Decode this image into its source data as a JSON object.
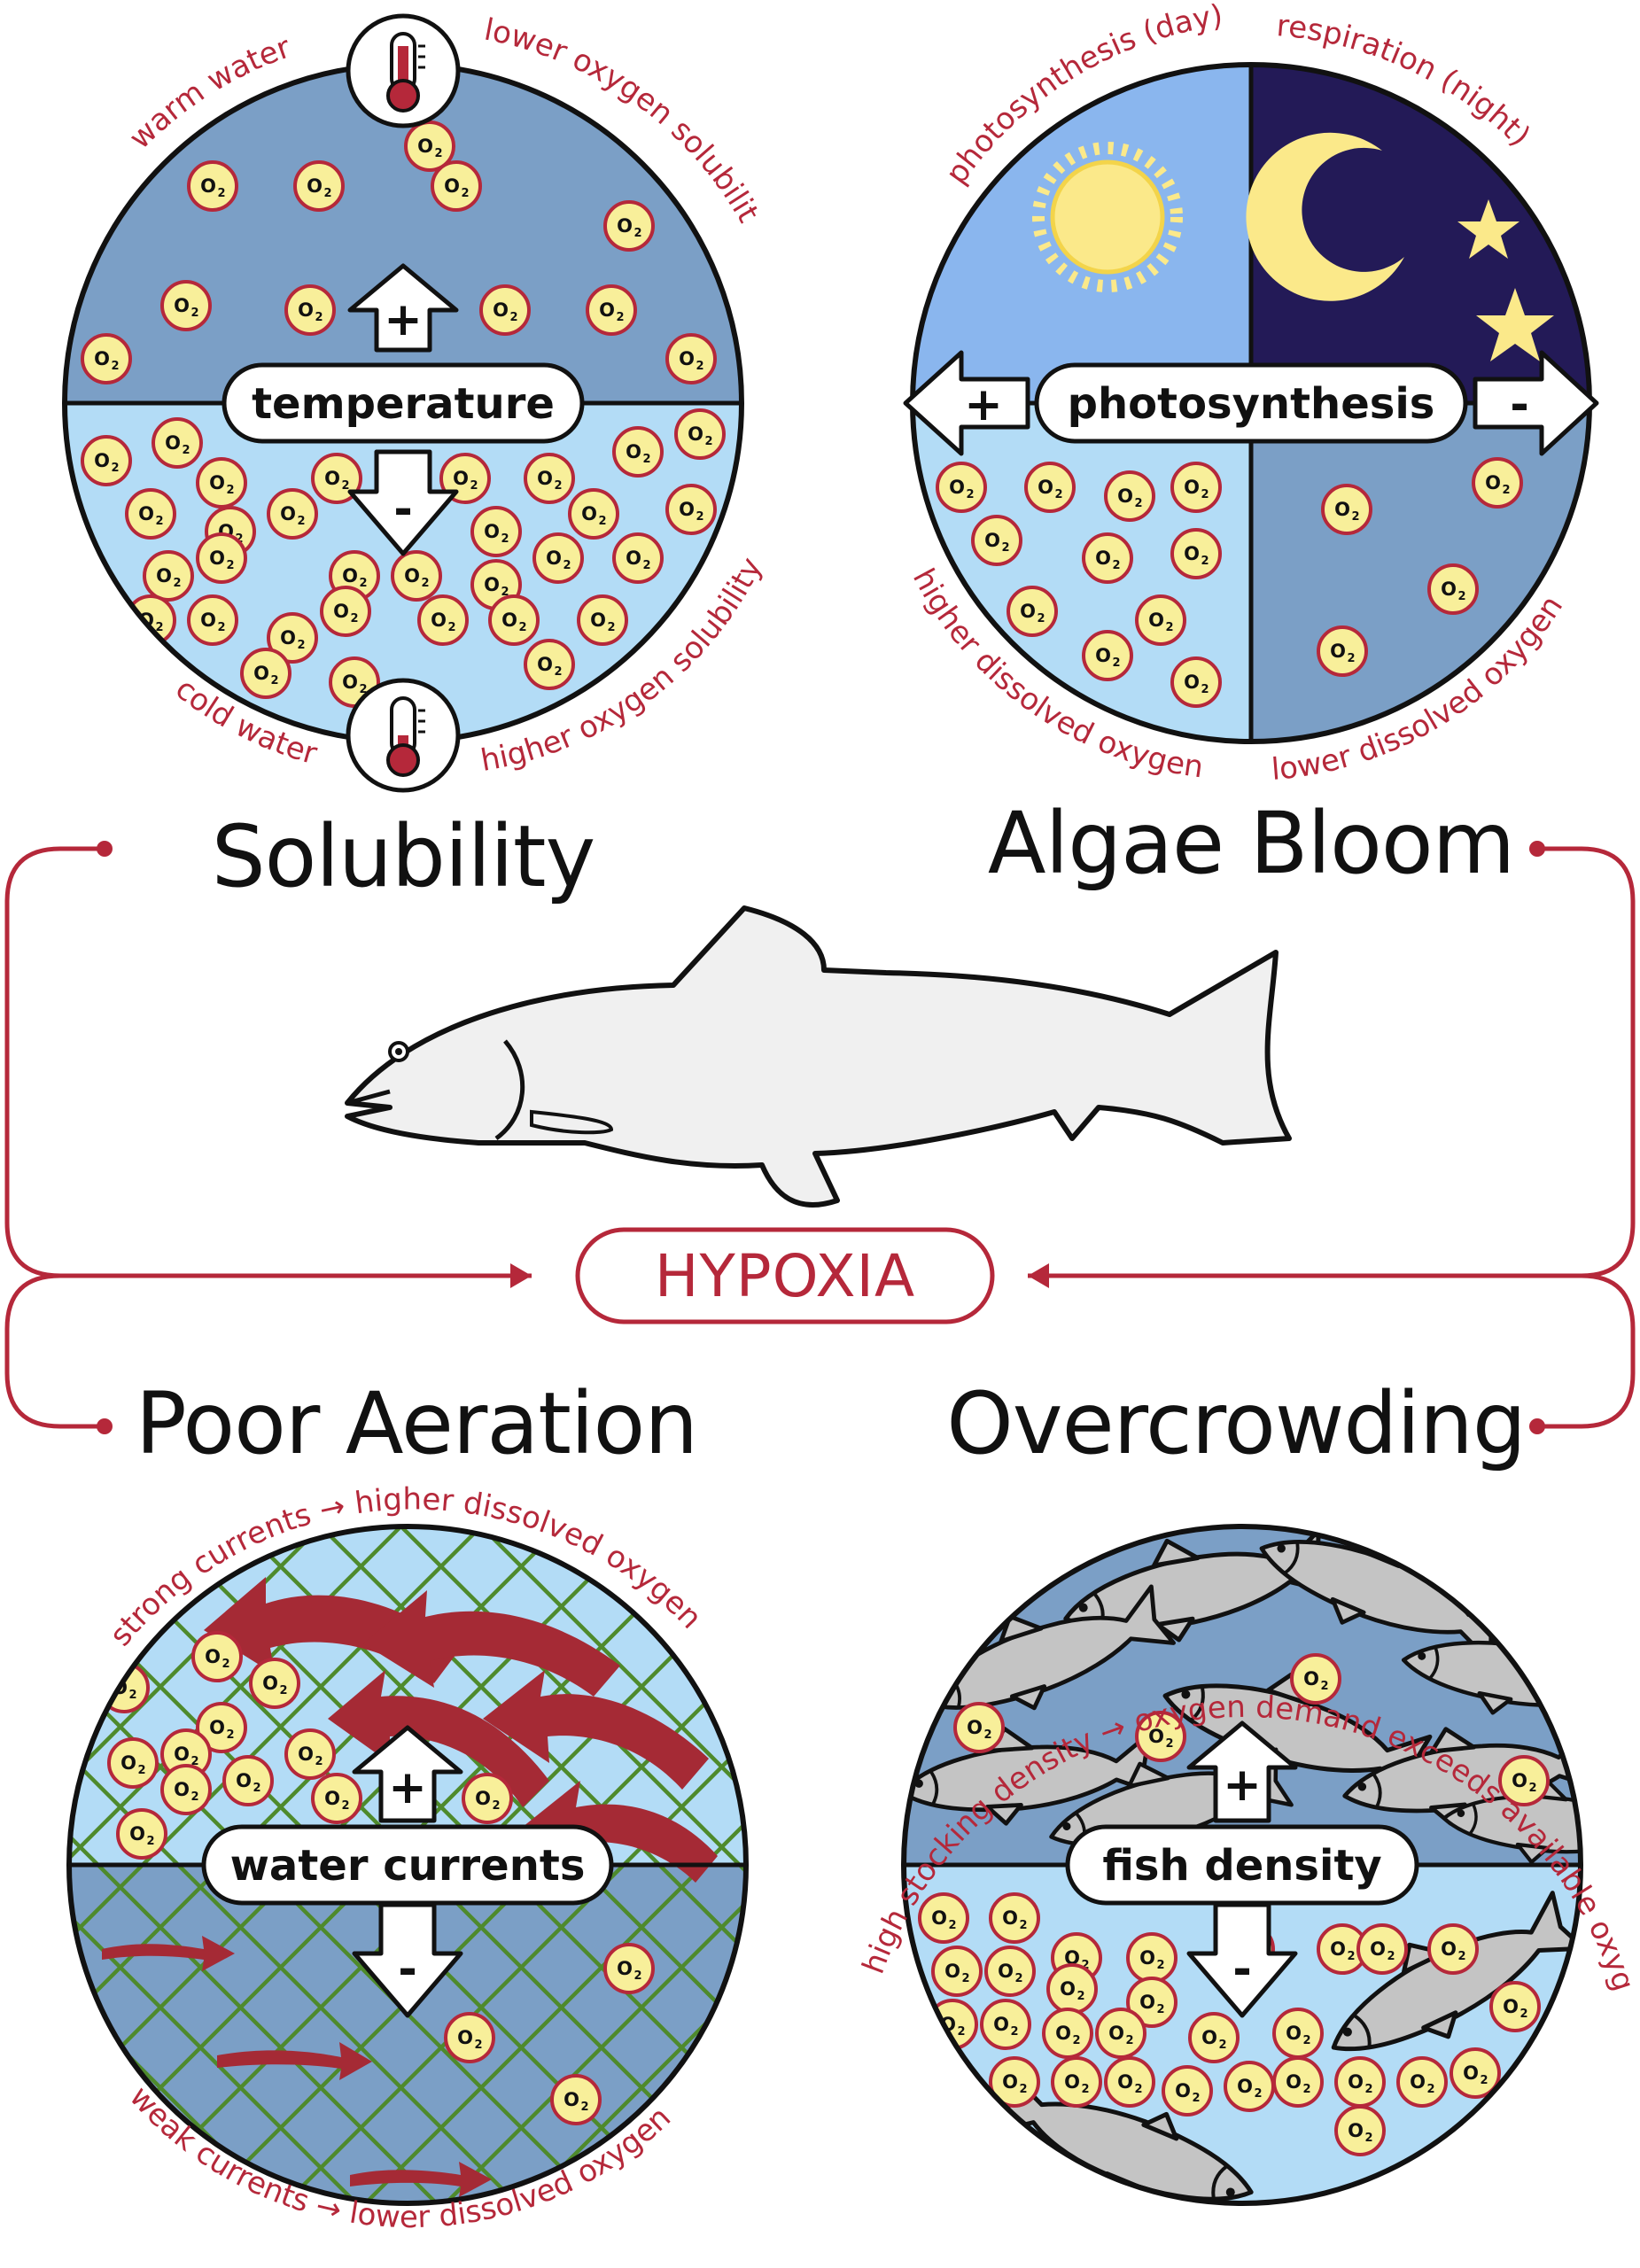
{
  "colors": {
    "accent": "#b5283a",
    "water_light": "#b3dcf6",
    "water_dark": "#7b9fc6",
    "day_sky": "#8ab6ee",
    "night_sky": "#231a57",
    "oxygen_fill": "#f8ef9a",
    "net": "#4e8a2c"
  },
  "headings": {
    "solubility": "Solubility",
    "algae_bloom": "Algae Bloom",
    "poor_aeration": "Poor Aeration",
    "overcrowding": "Overcrowding"
  },
  "center_label": "HYPOXIA",
  "solubility": {
    "pill": "temperature",
    "top_left_label": "warm water",
    "top_right_label": "lower oxygen solubility",
    "bottom_left_label": "cold water",
    "bottom_right_label": "higher oxygen solubility",
    "up_sign": "+",
    "down_sign": "-",
    "icons": [
      "thermometer-hot-icon",
      "thermometer-cold-icon"
    ]
  },
  "algae": {
    "pill": "photosynthesis",
    "top_left_label": "photosynthesis (day)",
    "top_right_label": "respiration (night)",
    "bottom_left_label": "higher dissolved oxygen",
    "bottom_right_label": "lower dissolved oxygen",
    "left_sign": "+",
    "right_sign": "-",
    "icons": [
      "sun-icon",
      "moon-icon",
      "star-icon"
    ]
  },
  "aeration": {
    "pill": "water currents",
    "top_label": "strong currents → higher dissolved oxygen",
    "bottom_label": "weak currents → lower dissolved oxygen",
    "up_sign": "+",
    "down_sign": "-"
  },
  "crowding": {
    "pill": "fish density",
    "top_label": "high stocking density → oxygen demand exceeds available oxygen",
    "up_sign": "+",
    "down_sign": "-"
  },
  "oxygen_symbol": "O",
  "oxygen_subscript": "2"
}
